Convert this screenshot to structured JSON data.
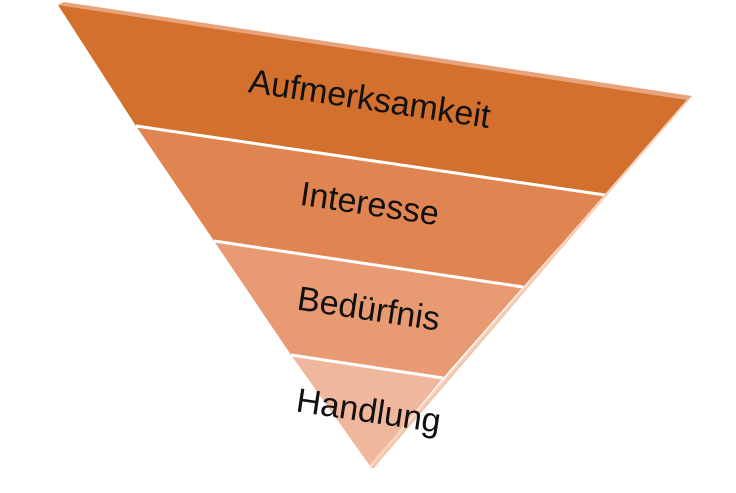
{
  "funnel": {
    "stages": [
      {
        "label": "Aufmerksamkeit",
        "color": "#d4702e"
      },
      {
        "label": "Interesse",
        "color": "#e08552"
      },
      {
        "label": "Bedürfnis",
        "color": "#e89a73"
      },
      {
        "label": "Handlung",
        "color": "#f0b79d"
      }
    ],
    "divider_color": "#ffffff",
    "edge_highlight_color": "#f7d3bd"
  }
}
